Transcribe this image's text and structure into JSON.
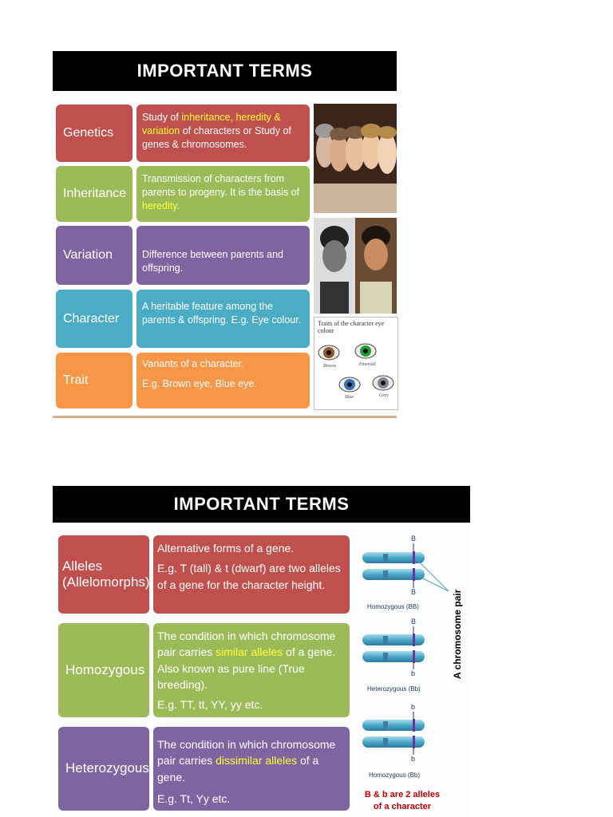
{
  "slide1": {
    "title": "IMPORTANT TERMS",
    "rows": [
      {
        "term": "Genetics",
        "def_parts": [
          "Study of ",
          "inheritance, heredity & variation",
          " of characters or Study of genes & chromosomes."
        ]
      },
      {
        "term": "Inheritance",
        "def_parts": [
          "Transmission of characters from parents to progeny. It is the basis of ",
          "heredity",
          "."
        ]
      },
      {
        "term": "Variation",
        "def": "Difference between parents and offspring."
      },
      {
        "term": "Character",
        "def": "A heritable feature among the parents & offspring. E.g. Eye colour."
      },
      {
        "term": "Trait",
        "def_line1": "Variants of a character.",
        "def_line2": "E.g. Brown eye, Blue eye."
      }
    ],
    "eye_panel": {
      "title": "Traits of the character eye colour",
      "labels": [
        "Brown",
        "Emerald",
        "Blue",
        "Grey"
      ]
    }
  },
  "slide2": {
    "title": "IMPORTANT TERMS",
    "rows": [
      {
        "term_line1": "Alleles",
        "term_line2": "(Allelomorphs)",
        "def_line1": "Alternative forms of a gene.",
        "def_line2": "E.g. T (tall) & t (dwarf) are two alleles of a gene for the character height."
      },
      {
        "term": "Homozygous",
        "def_parts": [
          "The condition in which chromosome pair carries ",
          "similar alleles",
          " of a gene. Also known as pure line (True breeding)."
        ],
        "def_example": "E.g. TT, tt, YY, yy etc."
      },
      {
        "term": "Heterozygous",
        "def_parts": [
          "The condition in which chromosome pair carries ",
          "dissimilar alleles",
          " of a gene."
        ],
        "def_example": "E.g. Tt, Yy etc."
      }
    ],
    "diagram": {
      "pair_label": "A chromosome pair",
      "group1": {
        "top": "B",
        "bottom": "B",
        "caption": "Homozygous (BB)"
      },
      "group2": {
        "top": "B",
        "bottom": "b",
        "caption": "Heterozygous (Bb)"
      },
      "group3": {
        "top": "b",
        "bottom": "b",
        "caption": "Homozygous (Bb)"
      },
      "note": "B & b are 2 alleles of a character"
    }
  },
  "colors": {
    "red": "#c0504d",
    "green": "#9bbb59",
    "purple": "#8064a2",
    "blue": "#4bacc6",
    "orange": "#f79646",
    "highlight": "#ffff33"
  }
}
